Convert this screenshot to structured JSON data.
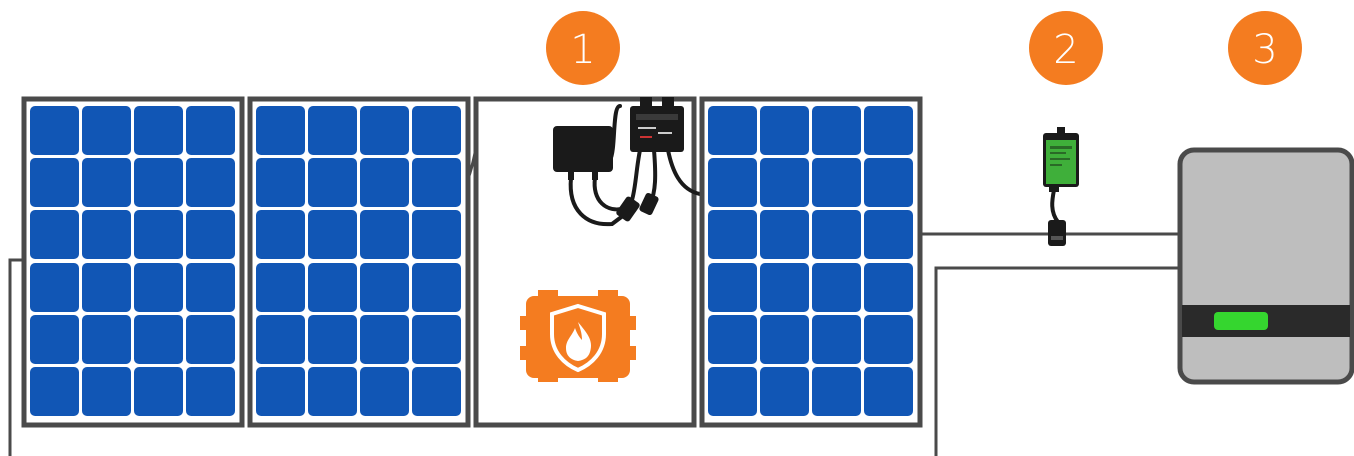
{
  "diagram": {
    "badges": [
      {
        "label": "1",
        "color": "#F47C20"
      },
      {
        "label": "2",
        "color": "#F47C20"
      },
      {
        "label": "3",
        "color": "#F47C20"
      }
    ],
    "panels": [
      {
        "name": "solar-panel-1",
        "type": "cells"
      },
      {
        "name": "solar-panel-2",
        "type": "cells"
      },
      {
        "name": "solar-panel-3-back",
        "type": "rear-view"
      },
      {
        "name": "solar-panel-4",
        "type": "cells"
      }
    ],
    "components": {
      "rapid_shutdown_receiver": "rapid-shutdown-icon",
      "optimizer_box": "junction-box-icon",
      "fire_safety": "fire-shield-icon",
      "transmitter": "transmitter-icon",
      "inverter": "inverter-icon"
    },
    "colors": {
      "cell_blue": "#1156B5",
      "frame": "#4A4A4A",
      "orange": "#F47C20",
      "inverter_gray": "#BEBEBE",
      "indicator_green": "#35D62F",
      "transmitter_green": "#3FAF3A"
    }
  }
}
